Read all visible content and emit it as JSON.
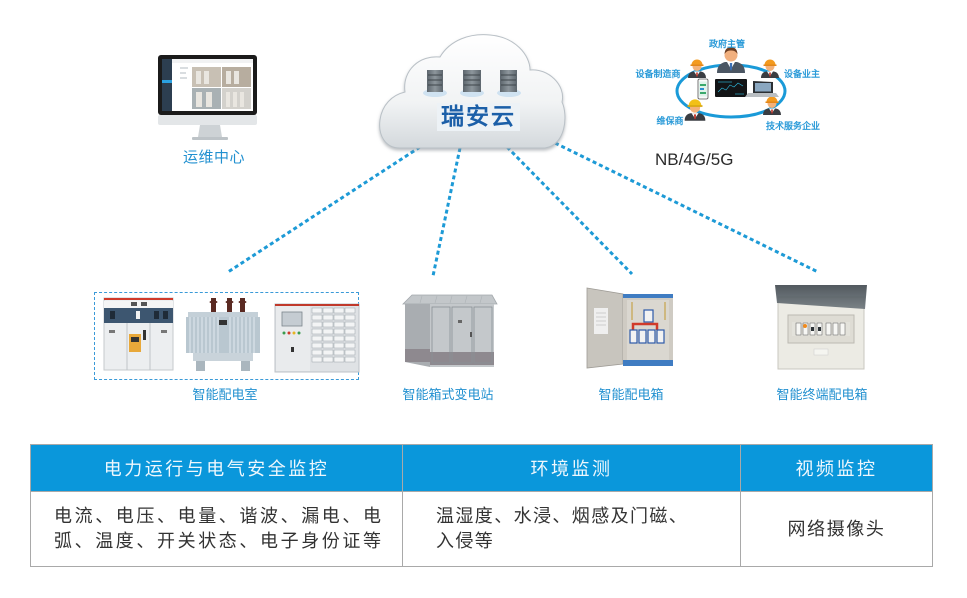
{
  "cloud": {
    "title": "瑞安云",
    "server_icons": [
      "server-icon",
      "server-icon",
      "server-icon"
    ]
  },
  "ops_center": {
    "label": "运维中心",
    "icon": "monitor-icon"
  },
  "network": {
    "label": "NB/4G/5G"
  },
  "stakeholders": {
    "government": "政府主管",
    "manufacturer": "设备制造商",
    "owner": "设备业主",
    "maintenance": "维保商",
    "tech_service": "技术服务企业",
    "devices": [
      "phone-icon",
      "monitor-icon",
      "laptop-icon"
    ]
  },
  "devices": [
    {
      "label": "智能配电室",
      "icons": [
        "switchgear-icon",
        "transformer-icon",
        "mcc-cabinet-icon"
      ]
    },
    {
      "label": "智能箱式变电站",
      "icons": [
        "box-substation-icon"
      ]
    },
    {
      "label": "智能配电箱",
      "icons": [
        "distribution-box-icon"
      ]
    },
    {
      "label": "智能终端配电箱",
      "icons": [
        "terminal-distribution-box-icon"
      ]
    }
  ],
  "table": {
    "headers": [
      "电力运行与电气安全监控",
      "环境监测",
      "视频监控"
    ],
    "rows": [
      [
        "电流、电压、电量、谐波、漏电、电弧、温度、开关状态、电子身份证等",
        "温湿度、水浸、烟感及门磁、入侵等",
        "网络摄像头"
      ]
    ]
  },
  "colors": {
    "accent": "#0a97db",
    "label": "#2190d0",
    "cloud_text": "#1b5fa8",
    "link_line": "#1d9ad6"
  }
}
